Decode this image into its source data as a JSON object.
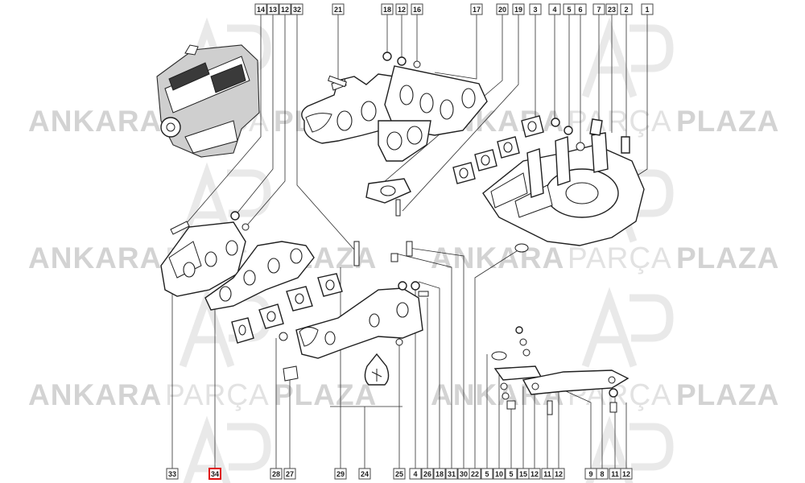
{
  "watermark": {
    "brand_word_1": "ANKARA",
    "brand_word_2": "PARÇA",
    "brand_word_3": "PLAZA",
    "logo_letters": "AP",
    "color_bold": "#d3d3d3",
    "color_thin": "#e2e2e2"
  },
  "highlight_color": "#e01010",
  "callouts_top": [
    "14",
    "13",
    "12",
    "32",
    "21",
    "18",
    "12",
    "16",
    "17",
    "20",
    "19",
    "3",
    "4",
    "5",
    "6",
    "7",
    "23",
    "2",
    "1"
  ],
  "callouts_bottom": [
    "33",
    "34",
    "28",
    "27",
    "29",
    "24",
    "25",
    "4",
    "26",
    "18",
    "31",
    "30",
    "22",
    "5",
    "10",
    "5",
    "15",
    "12",
    "11",
    "12",
    "9",
    "8",
    "11",
    "12"
  ],
  "highlighted_callout": "34",
  "parts_icons": [
    "engine-block",
    "exhaust-manifold",
    "intake-manifold",
    "manifold-gasket",
    "stud",
    "nut",
    "washer",
    "heat-shield-bracket"
  ]
}
